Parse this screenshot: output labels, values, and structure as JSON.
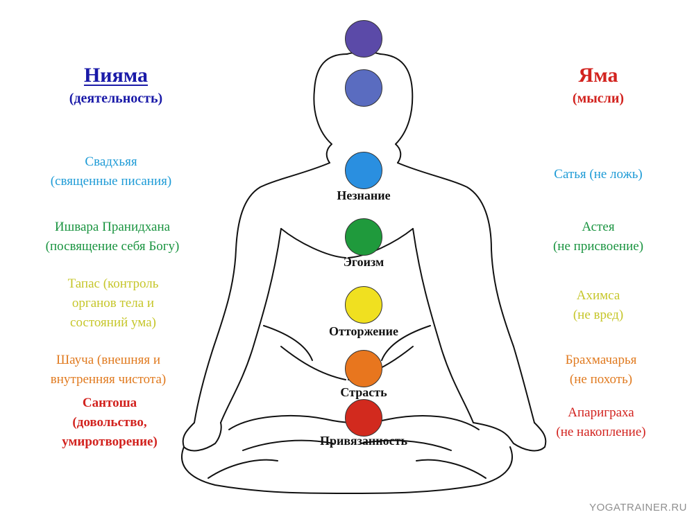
{
  "left_column": {
    "title": "Нияма",
    "subtitle": "(деятельность)",
    "title_color": "#1a1aa8",
    "items": [
      {
        "line1": "Свадхьяя",
        "line2": "(священные писания)",
        "line3": "",
        "color": "#1e9bd6"
      },
      {
        "line1": "Ишвара Пранидхана",
        "line2": "(посвящение себя Богу)",
        "line3": "",
        "color": "#1a9440"
      },
      {
        "line1": "Тапас (контроль",
        "line2": "органов тела и",
        "line3": "состояний ума)",
        "color": "#c6c62a"
      },
      {
        "line1": "Шауча (внешняя и",
        "line2": "внутренняя чистота)",
        "line3": "",
        "color": "#e07a1f"
      },
      {
        "line1": "Сантоша",
        "line2": "(довольство,",
        "line3": "умиротворение)",
        "color": "#d2231f"
      }
    ]
  },
  "right_column": {
    "title": "Яма",
    "subtitle": "(мысли)",
    "title_color": "#d2231f",
    "items": [
      {
        "line1": "Сатья (не ложь)",
        "line2": "",
        "color": "#1e9bd6"
      },
      {
        "line1": "Астея",
        "line2": "(не присвоение)",
        "color": "#1a9440"
      },
      {
        "line1": "Ахимса",
        "line2": "(не вред)",
        "color": "#c6c62a"
      },
      {
        "line1": "Брахмачарья",
        "line2": "(не похоть)",
        "color": "#e07a1f"
      },
      {
        "line1": "Апариграха",
        "line2": "(не накопление)",
        "color": "#d2231f"
      }
    ]
  },
  "chakras": [
    {
      "color": "#5b4aa8",
      "label": ""
    },
    {
      "color": "#5a6cc0",
      "label": ""
    },
    {
      "color": "#2a8fe0",
      "label": "Незнание"
    },
    {
      "color": "#1f9a3c",
      "label": "Эгоизм"
    },
    {
      "color": "#f0e020",
      "label": "Отторжение"
    },
    {
      "color": "#e8761e",
      "label": "Страсть"
    },
    {
      "color": "#d22a1e",
      "label": "Привязанность"
    }
  ],
  "watermark": "YOGATRAINER.RU"
}
